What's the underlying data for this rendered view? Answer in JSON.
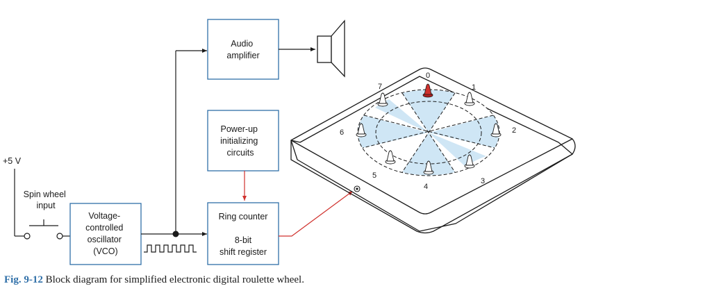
{
  "supply_label": "+5 V",
  "spin_input": {
    "line1": "Spin wheel",
    "line2": "input"
  },
  "blocks": {
    "vco": {
      "lines": [
        "Voltage-",
        "controlled",
        "oscillator",
        "(VCO)"
      ]
    },
    "audio": {
      "lines": [
        "Audio",
        "amplifier"
      ]
    },
    "powerup": {
      "lines": [
        "Power-up",
        "initializing",
        "circuits"
      ]
    },
    "ring": {
      "line1": "Ring counter",
      "line2": "8-bit",
      "line3": "shift register"
    }
  },
  "wheel": {
    "positions": [
      "0",
      "1",
      "2",
      "3",
      "4",
      "5",
      "6",
      "7"
    ],
    "active_position": "0"
  },
  "colors": {
    "box_stroke": "#2f6fa8",
    "accent_red": "#d0312d",
    "segment_fill": "#cfe6f5"
  },
  "caption": {
    "figure": "Fig. 9-12",
    "text": "Block diagram for simplified electronic digital roulette wheel."
  }
}
